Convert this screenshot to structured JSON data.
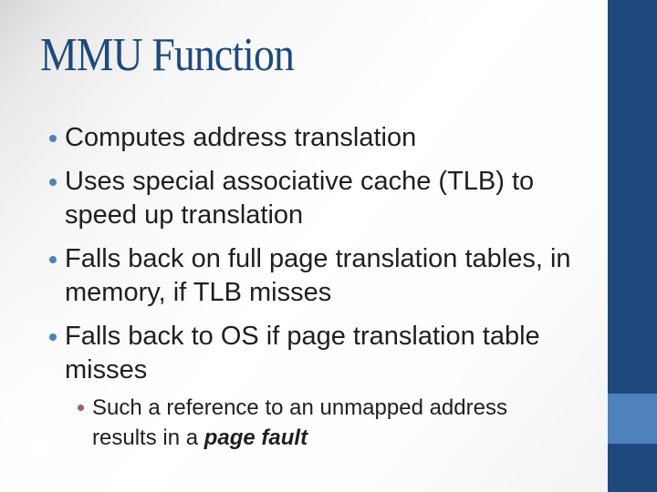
{
  "slide": {
    "title": "MMU Function",
    "body": {
      "bullets": [
        {
          "lines": [
            "Computes address translation"
          ]
        },
        {
          "lines": [
            "Uses special associative cache (TLB) to",
            "speed up translation"
          ]
        },
        {
          "lines": [
            "Falls back on full page translation tables, in",
            "memory, if TLB misses"
          ]
        },
        {
          "lines": [
            "Falls back to OS if page translation table",
            "misses"
          ]
        }
      ],
      "sub_bullet": {
        "line1": "Such a reference to an unmapped address",
        "line2_prefix": "results in a ",
        "line2_emphasis": "page fault"
      }
    },
    "colors": {
      "title_text": "#1F497D",
      "sidebar_dark": "#1F497D",
      "sidebar_accent": "#4F81BD",
      "bullet_dot": "#4F81BD",
      "sub_bullet_dot": "#A35D5D",
      "body_text": "#1F1F1F"
    }
  }
}
